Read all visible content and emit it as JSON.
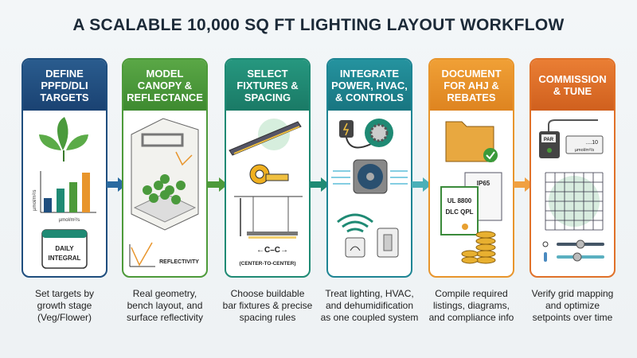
{
  "title": "A SCALABLE 10,000 SQ FT LIGHTING LAYOUT WORKFLOW",
  "colors": {
    "step1": "#1f4e7e",
    "step2": "#4d9a3a",
    "step3": "#1f8a74",
    "step4": "#1e8594",
    "step5": "#e8952c",
    "step6": "#e07129"
  },
  "steps": [
    {
      "heading": "DEFINE\nPPFD/DLI\nTARGETS",
      "labels": {
        "axis_y": "µmol/m²/s",
        "axis_x": "µmol/m²/s",
        "calendar": "DAILY\nINTEGRAL"
      },
      "caption": "Set targets by\ngrowth stage\n(Veg/Flower)",
      "icons": [
        "leaf-icon",
        "bar-chart-icon",
        "calendar-icon"
      ]
    },
    {
      "heading": "MODEL\nCANOPY &\nREFLECTANCE",
      "labels": {
        "reflect": "REFLECTIVITY"
      },
      "caption": "Real geometry,\nbench layout, and\nsurface reflectivity",
      "icons": [
        "grow-room-icon",
        "reflection-icon"
      ]
    },
    {
      "heading": "SELECT\nFIXTURES &\nSPACING",
      "labels": {
        "cc": "←C–C→",
        "cc_full": "(CENTER-TO-CENTER)"
      },
      "caption": "Choose buildable\nbar fixtures & precise\nspacing rules",
      "icons": [
        "light-bar-icon",
        "tape-measure-icon",
        "spacing-icon"
      ]
    },
    {
      "heading": "INTEGRATE\nPOWER, HVAC,\n& CONTROLS",
      "labels": {},
      "caption": "Treat lighting, HVAC,\nand dehumidification\nas one coupled system",
      "icons": [
        "plug-icon",
        "gear-icon",
        "fan-icon",
        "wifi-icon",
        "switch-icon"
      ]
    },
    {
      "heading": "DOCUMENT\nFOR AHJ &\nREBATES",
      "labels": {
        "cert1": "IP65",
        "cert2": "UL 8800\nDLC QPL"
      },
      "caption": "Compile required\nlistings, diagrams,\nand compliance info",
      "icons": [
        "folder-check-icon",
        "certificate-icon",
        "coins-icon"
      ]
    },
    {
      "heading": "COMMISSION\n& TUNE",
      "labels": {
        "meter": "PAR",
        "reading": "....10",
        "unit": "µmol/m²/s"
      },
      "caption": "Verify grid mapping\nand optimize\nsetpoints over time",
      "icons": [
        "par-meter-icon",
        "grid-map-icon",
        "slider-icon"
      ]
    }
  ]
}
